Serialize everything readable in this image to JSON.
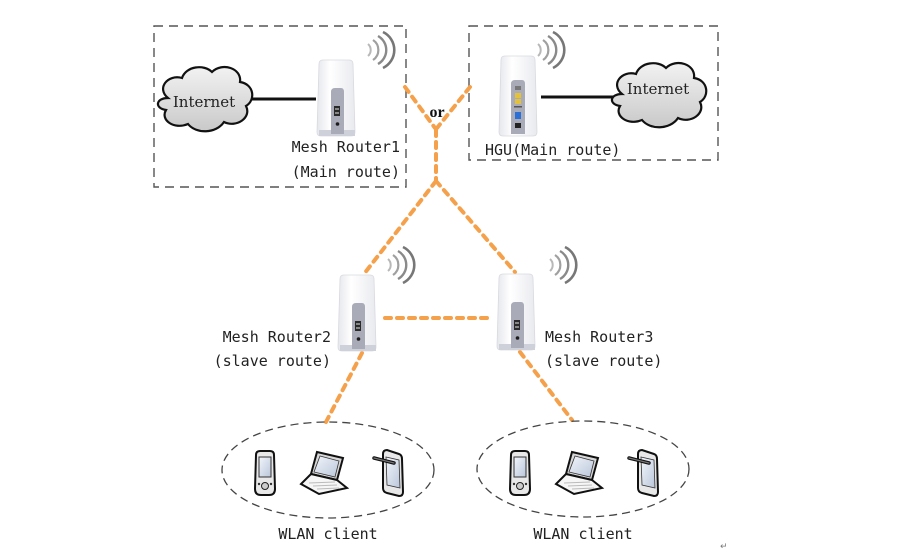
{
  "diagram": {
    "title": "Mesh router network topology",
    "colors": {
      "mesh_link": "#f5a04a",
      "wired_link": "#111111",
      "frame_dash": "#555555",
      "cloud_fill": "#dcdcdc",
      "device_body": "#f4f4f6",
      "device_panel": "#a9abb8",
      "signal": "#8a8a8a"
    },
    "groups": [
      {
        "id": "main-option-1",
        "nodes": [
          "internet-1",
          "mesh-router-1"
        ]
      },
      {
        "id": "main-option-2",
        "nodes": [
          "hgu",
          "internet-2"
        ]
      },
      {
        "id": "client-group-1",
        "label": "WLAN client",
        "devices": [
          "phone",
          "laptop",
          "tablet"
        ]
      },
      {
        "id": "client-group-2",
        "label": "WLAN client",
        "devices": [
          "phone",
          "laptop",
          "tablet"
        ]
      }
    ],
    "nodes": {
      "internet_1": {
        "label": "Internet"
      },
      "internet_2": {
        "label": "Internet"
      },
      "mesh_router_1": {
        "line1": "Mesh Router1",
        "line2": "(Main route)"
      },
      "hgu": {
        "label": "HGU(Main route)"
      },
      "mesh_router_2": {
        "line1": "Mesh Router2",
        "line2": "(slave route)"
      },
      "mesh_router_3": {
        "line1": "Mesh Router3",
        "line2": "(slave route)"
      }
    },
    "or_label": "or",
    "client_group_1_label": "WLAN client",
    "client_group_2_label": "WLAN client",
    "paragraph_mark": "↵",
    "edges": [
      {
        "from": "internet-1",
        "to": "mesh-router-1",
        "type": "wired"
      },
      {
        "from": "hgu",
        "to": "internet-2",
        "type": "wired"
      },
      {
        "from": "mesh-router-1",
        "to": "junction",
        "type": "wireless-mesh"
      },
      {
        "from": "hgu",
        "to": "junction",
        "type": "wireless-mesh"
      },
      {
        "from": "junction",
        "to": "mesh-router-2",
        "type": "wireless-mesh"
      },
      {
        "from": "junction",
        "to": "mesh-router-3",
        "type": "wireless-mesh"
      },
      {
        "from": "mesh-router-2",
        "to": "mesh-router-3",
        "type": "wireless-mesh"
      },
      {
        "from": "mesh-router-2",
        "to": "client-group-1",
        "type": "wireless-mesh"
      },
      {
        "from": "mesh-router-3",
        "to": "client-group-2",
        "type": "wireless-mesh"
      }
    ]
  }
}
